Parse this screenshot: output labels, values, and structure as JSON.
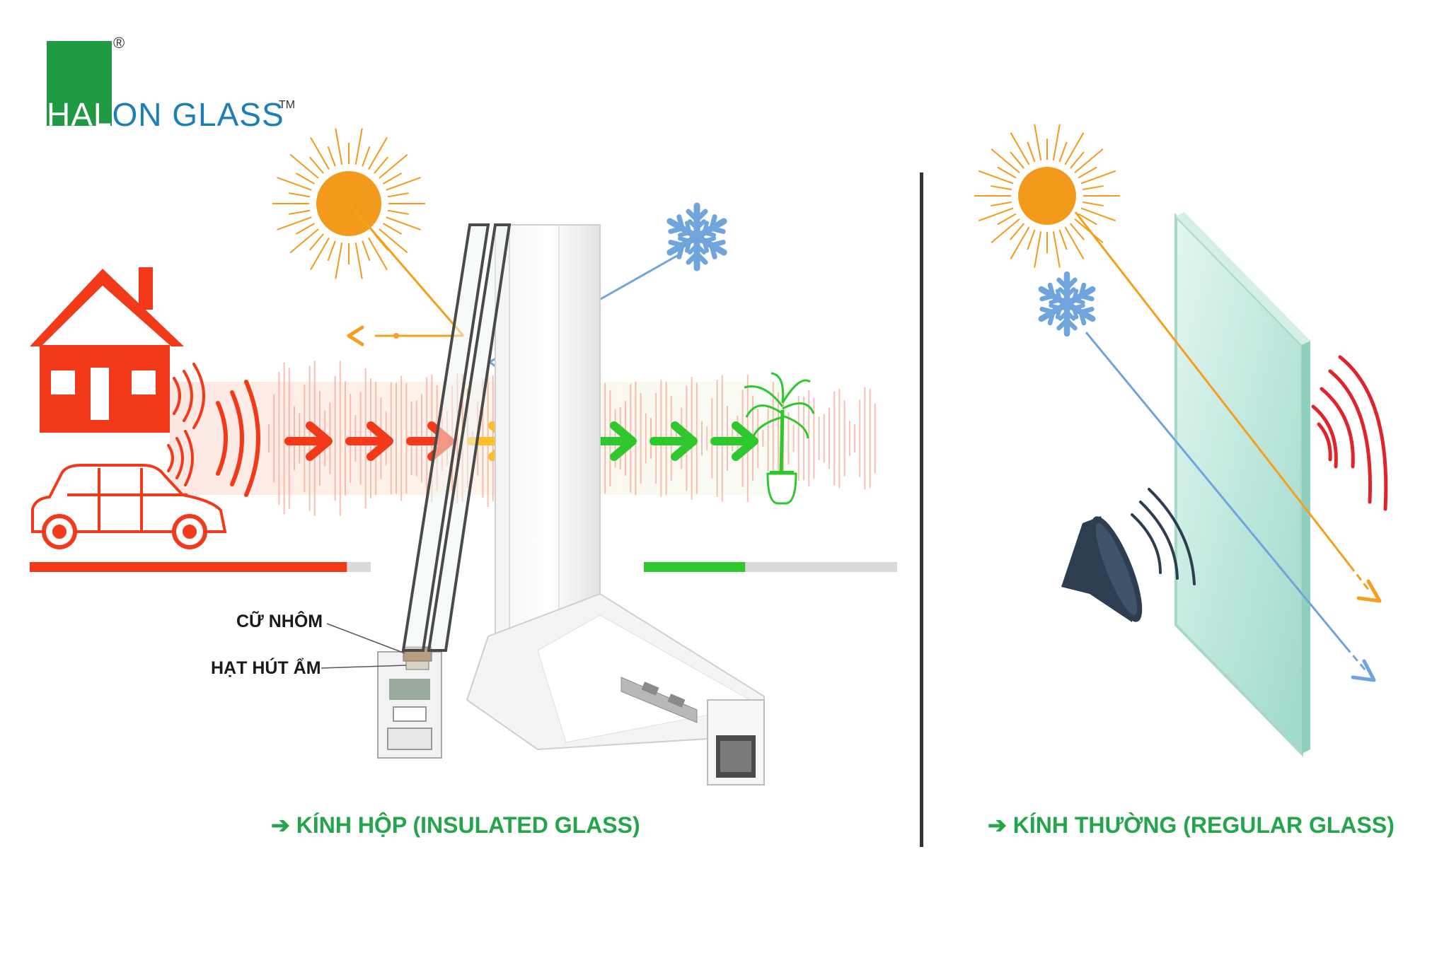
{
  "logo": {
    "brand_part1": "HAL",
    "brand_part2": "ON GLASS",
    "registered_mark": "®",
    "trademark": "TM",
    "green": "#1f9a43",
    "blue": "#1e7fb7"
  },
  "insulated_panel": {
    "callouts": {
      "spacer": "CỮ NHÔM",
      "desiccant": "HẠT HÚT ẨM"
    },
    "caption": "➔ KÍNH HỘP (INSULATED GLASS)",
    "noise_level_outside": 0.93,
    "noise_level_inside": 0.4,
    "icons": [
      "sun-icon",
      "snowflake-icon",
      "house-icon",
      "car-icon",
      "sound-wave-icon",
      "plant-icon",
      "window-frame"
    ]
  },
  "regular_panel": {
    "caption": "➔ KÍNH THƯỜNG (REGULAR GLASS)",
    "icons": [
      "sun-icon",
      "snowflake-icon",
      "speaker-icon",
      "sound-wave-icon",
      "glass-pane"
    ]
  },
  "colors": {
    "red": "#f23a1a",
    "orange": "#f5a01c",
    "green": "#2ec82e",
    "blue": "#6fa5dc",
    "sun": "#f39a1c",
    "caption": "#25a54b",
    "divider": "#333333"
  }
}
